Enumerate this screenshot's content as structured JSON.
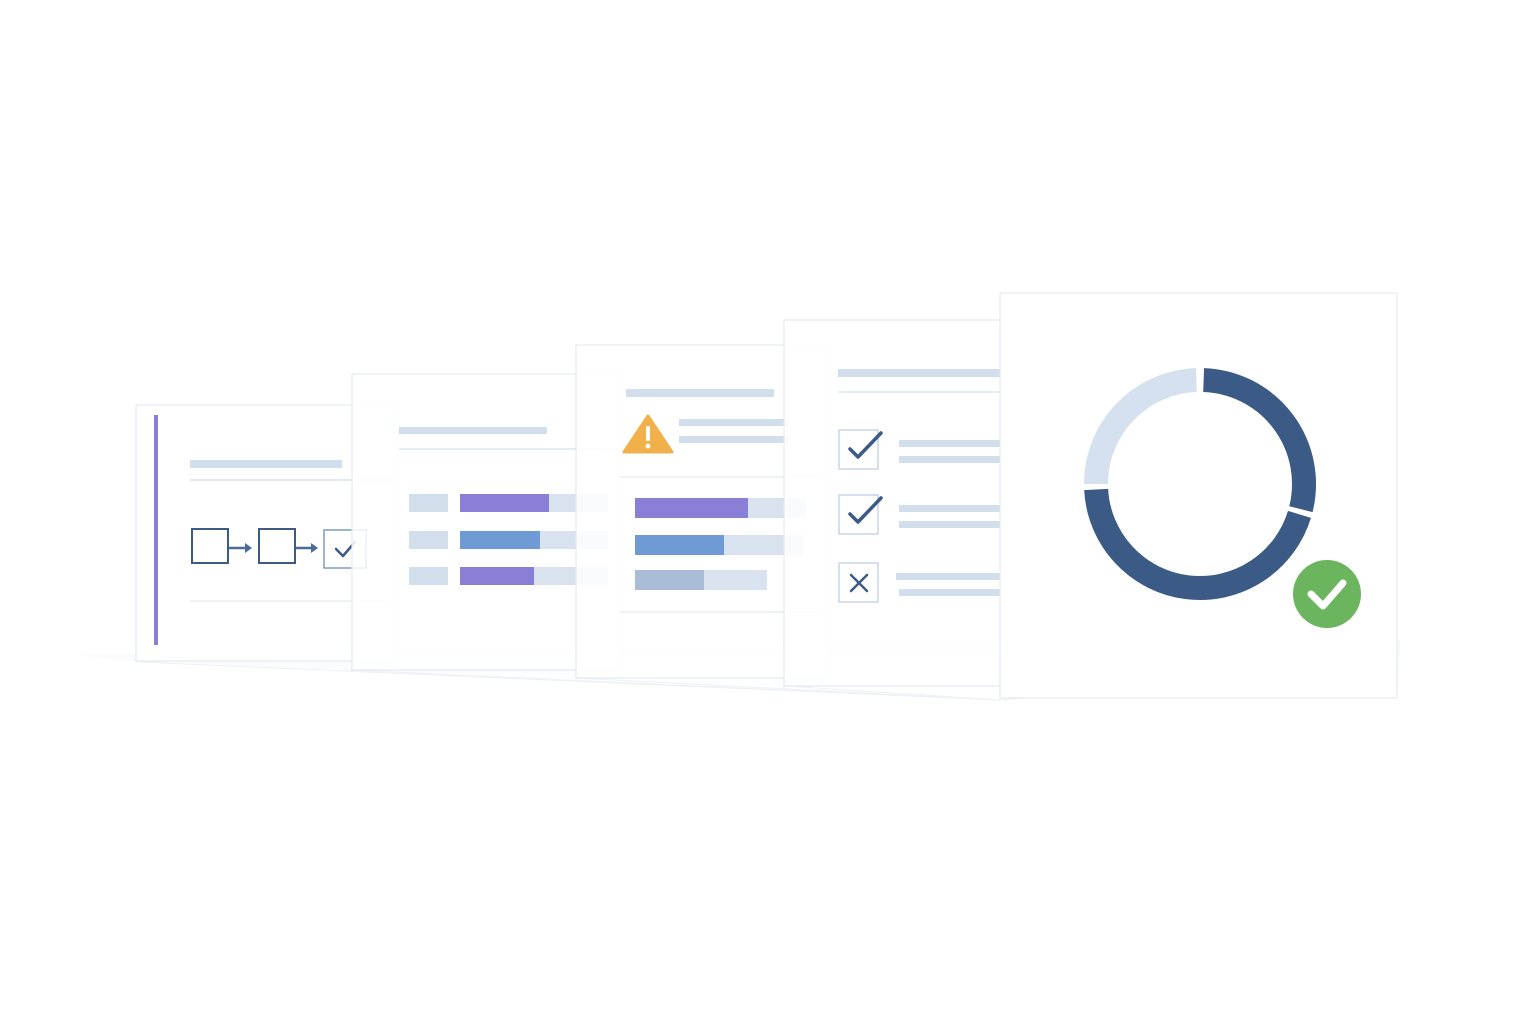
{
  "colors": {
    "panel_border": "#e4e8ef",
    "placeholder_line": "#d3deec",
    "placeholder_line_light": "#e6ecf4",
    "purple": "#8a7fd6",
    "accent_bar": "#8a7fd6",
    "blue": "#6f9bd4",
    "steel": "#a9bdd8",
    "navy": "#3b5a86",
    "donut_light": "#d6e1ef",
    "warning": "#f2b04a",
    "success": "#6cb55f",
    "shadow": "#e9edf3"
  },
  "panels": [
    {
      "id": "panel-1",
      "content": "flow-diagram"
    },
    {
      "id": "panel-2",
      "content": "progress-bars",
      "bars": [
        {
          "color": "purple",
          "fill": 0.6
        },
        {
          "color": "blue",
          "fill": 0.54
        },
        {
          "color": "purple",
          "fill": 0.5
        }
      ]
    },
    {
      "id": "panel-3",
      "content": "warning-and-bars",
      "bars": [
        {
          "color": "purple",
          "fill": 0.66
        },
        {
          "color": "blue",
          "fill": 0.53
        },
        {
          "color": "steel",
          "fill": 0.52
        }
      ]
    },
    {
      "id": "panel-4",
      "content": "checklist",
      "items": [
        {
          "state": "checked"
        },
        {
          "state": "checked"
        },
        {
          "state": "rejected"
        }
      ]
    },
    {
      "id": "panel-5",
      "content": "donut-progress",
      "donut": {
        "complete_fraction": 0.72
      },
      "status": "success"
    }
  ],
  "icons": {
    "warning": "warning-triangle-icon",
    "check": "checkmark-icon",
    "cross": "x-mark-icon",
    "success": "success-check-badge-icon",
    "arrow": "arrow-right-icon"
  }
}
